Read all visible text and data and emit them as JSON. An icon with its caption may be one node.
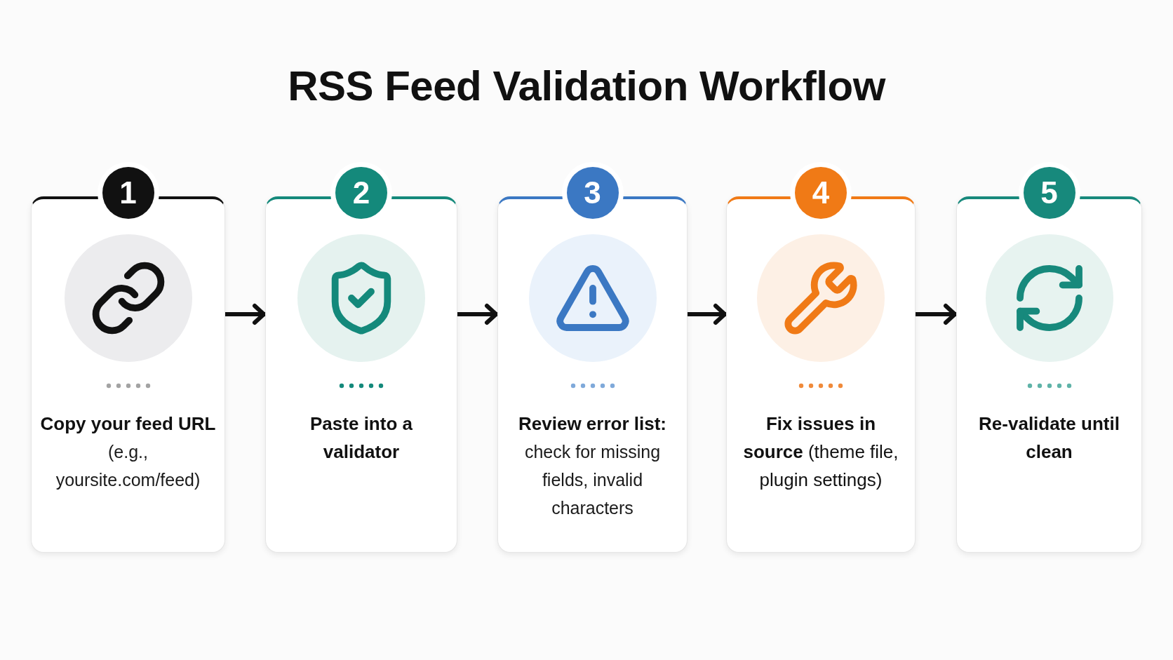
{
  "diagram": {
    "title": "RSS Feed Validation Workflow",
    "nodes": [
      {
        "text": [
          "1",
          "Copy your feed URL",
          "(e.g., yoursite.com/feed)"
        ]
      },
      {
        "text": [
          "2",
          "Paste into a validator"
        ]
      },
      {
        "text": [
          "3",
          "Review error list:",
          "check for missing fields, invalid characters"
        ]
      },
      {
        "text": [
          "4",
          "**Fix issues in source** (theme file, plugin settings)"
        ]
      },
      {
        "text": [
          "5",
          "Re-validate until clean"
        ]
      }
    ],
    "edges": [
      {
        "from": 0,
        "to": 1,
        "arrow": "to"
      },
      {
        "from": 1,
        "to": 2,
        "arrow": "to"
      },
      {
        "from": 2,
        "to": 3,
        "arrow": "to"
      },
      {
        "from": 3,
        "to": 4,
        "arrow": "to"
      }
    ]
  }
}
